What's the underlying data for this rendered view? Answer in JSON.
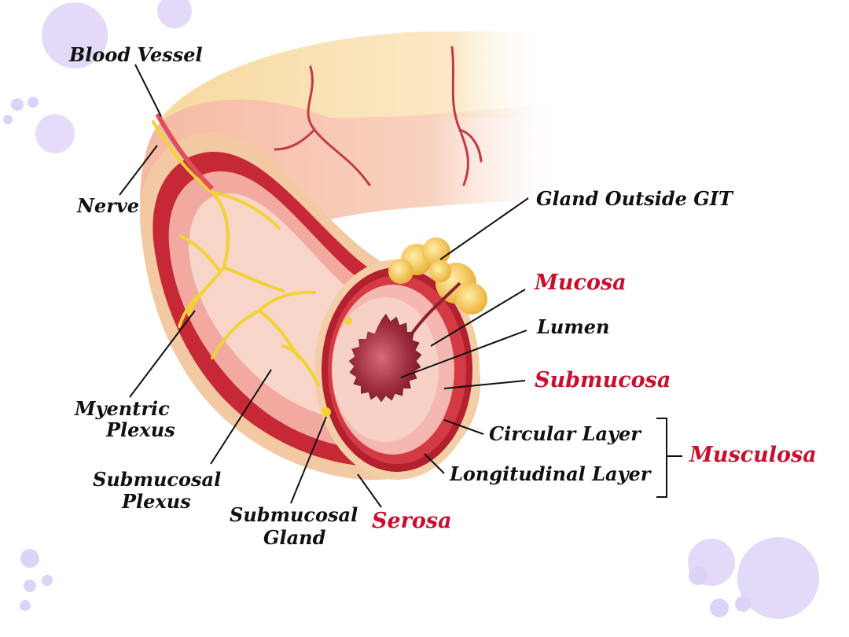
{
  "labels": {
    "blood_vessel": "Blood Vessel",
    "nerve": "Nerve",
    "gland_outside": "Gland Outside GIT",
    "mucosa": "Mucosa",
    "lumen": "Lumen",
    "submucosa": "Submucosa",
    "circular_layer": "Circular Layer",
    "musculosa": "Musculosa",
    "longitudinal_layer": "Longitudinal Layer",
    "myentric_1": "Myentric",
    "myentric_2": "Plexus",
    "submucosal_plexus_1": "Submucosal",
    "submucosal_plexus_2": "Plexus",
    "submucosal_gland_1": "Submucosal",
    "submucosal_gland_2": "Gland",
    "serosa": "Serosa"
  },
  "colors": {
    "label_black": "#111111",
    "label_red": "#c8102e",
    "decor_lavender": "#ddd3f7",
    "serosa_outer": "#f2c9a2",
    "muscle_red": "#c62935",
    "submucosa_pink": "#f4b8b0",
    "mucosa_dark": "#8a1e2c",
    "nerve_yellow": "#f2d235",
    "gland_yellow": "#f5c84a"
  }
}
